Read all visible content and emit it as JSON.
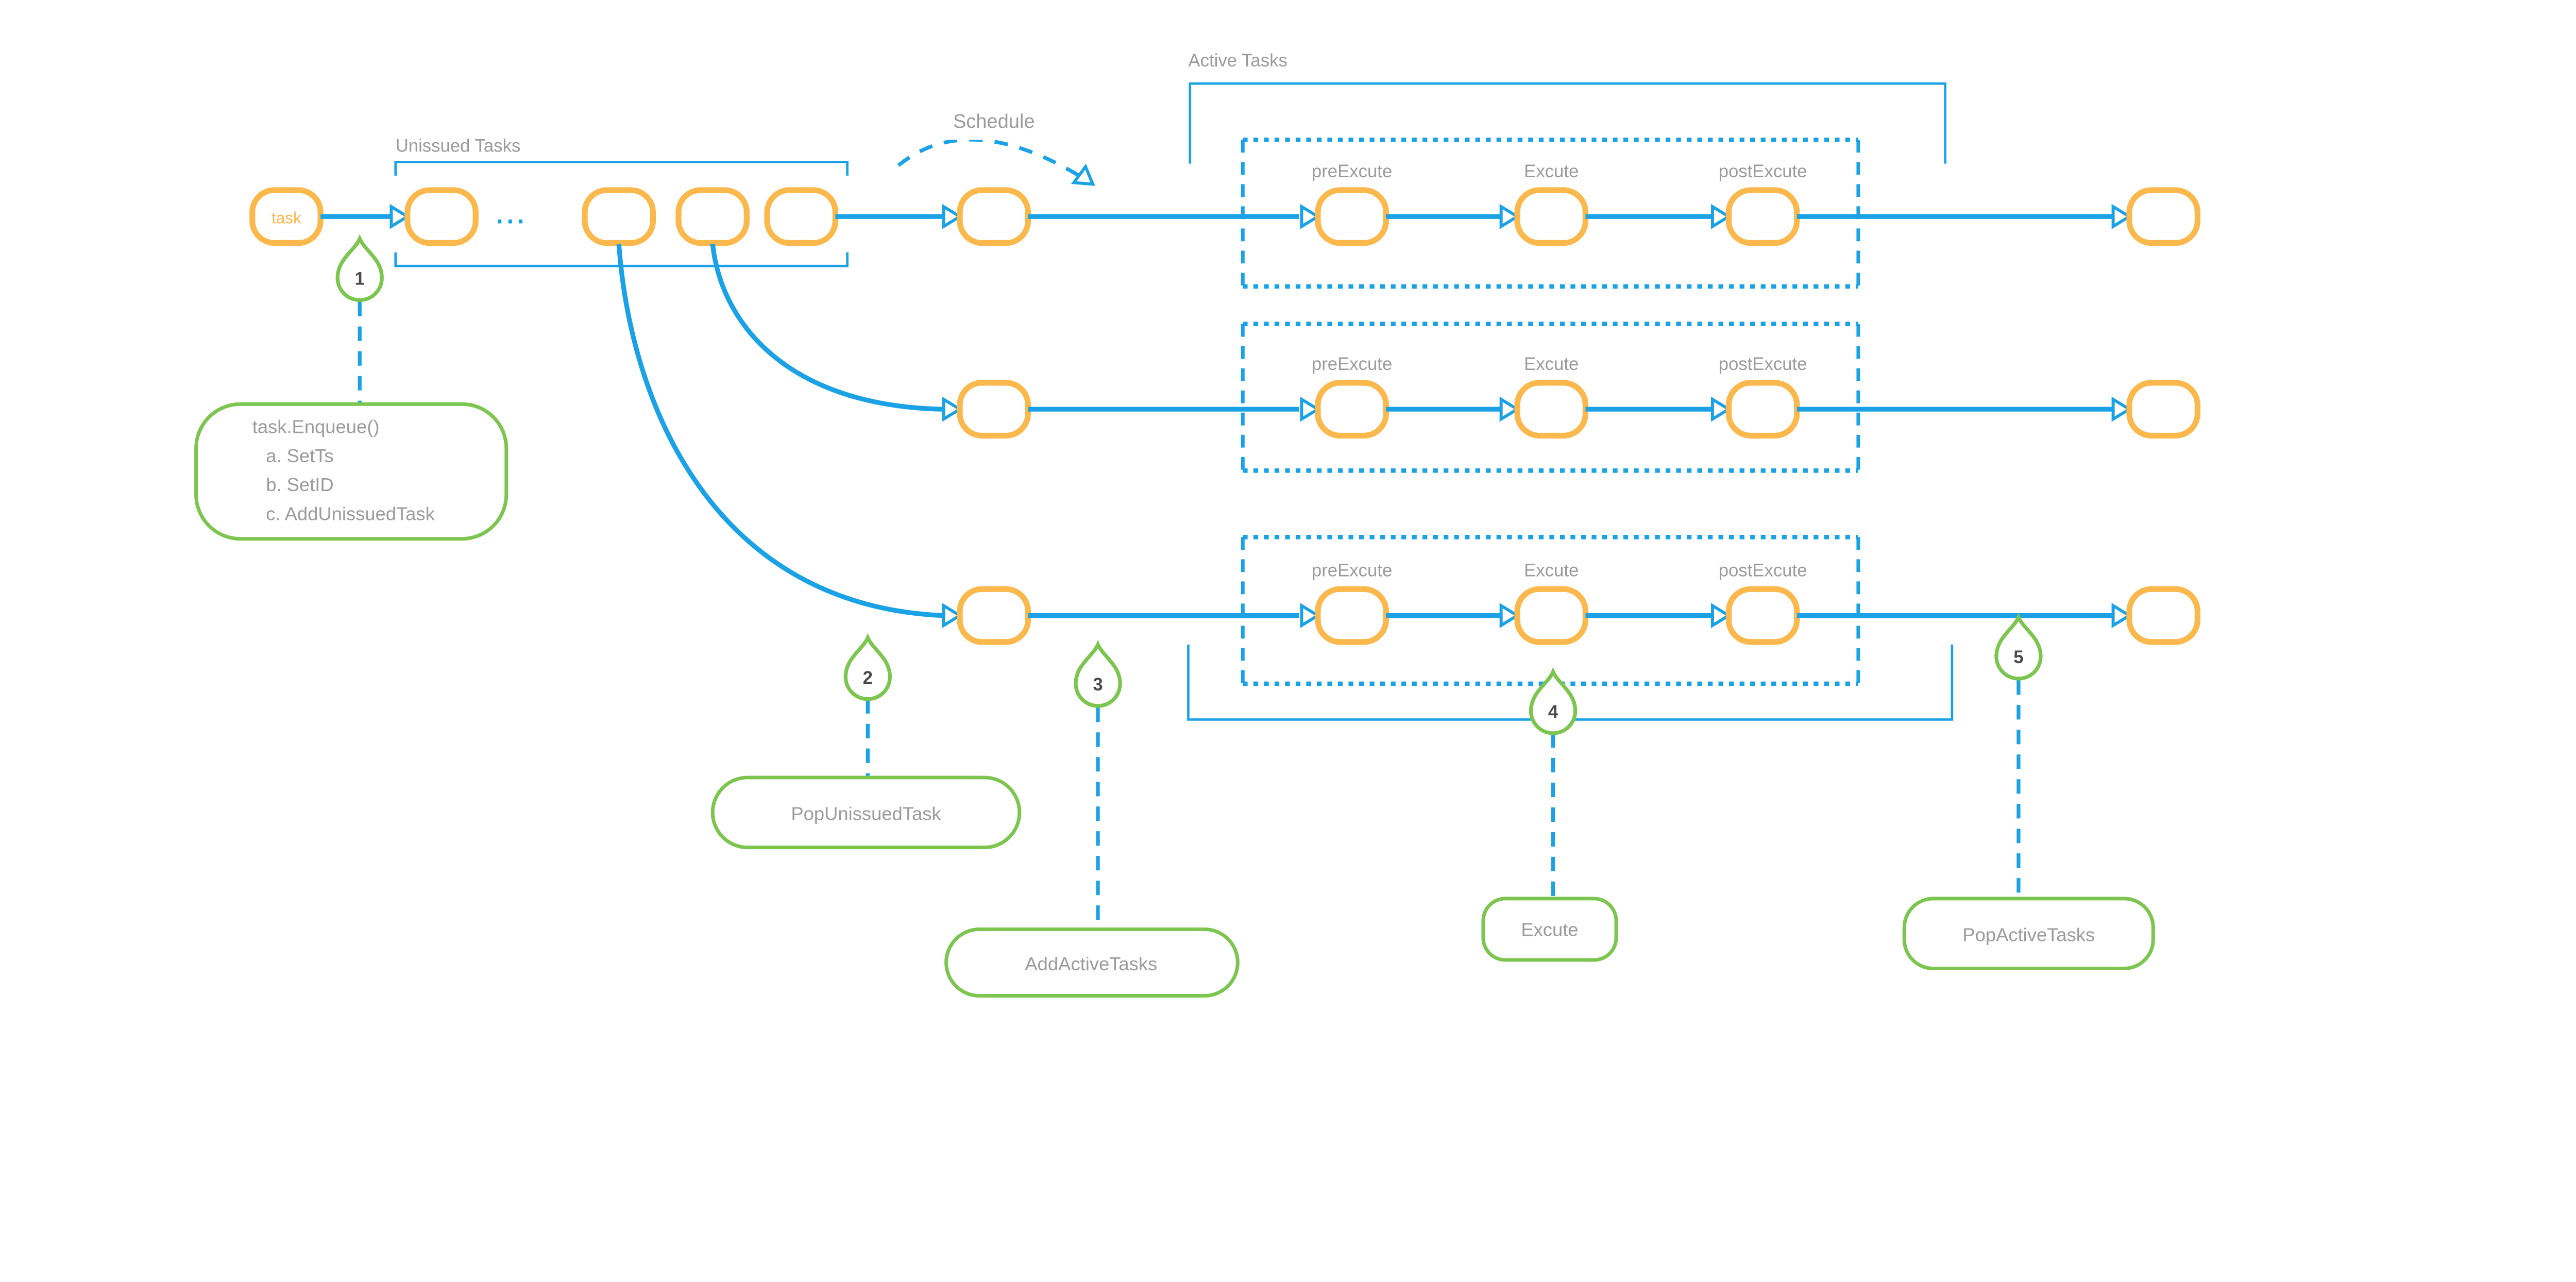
{
  "diagram": {
    "colors": {
      "blue": "#1BA2E6",
      "orange": "#FBB84C",
      "green": "#7CC54F",
      "gray_text": "#9B9B9B",
      "dark_text": "#4A4A4A",
      "background": "#FFFFFF"
    },
    "labels": {
      "task": "task",
      "unissued_tasks": "Unissued Tasks",
      "schedule": "Schedule",
      "active_tasks": "Active Tasks",
      "ellipsis": "..."
    },
    "rows": [
      {
        "labels": {
          "pre": "preExcute",
          "exec": "Excute",
          "post": "postExcute"
        }
      },
      {
        "labels": {
          "pre": "preExcute",
          "exec": "Excute",
          "post": "postExcute"
        }
      },
      {
        "labels": {
          "pre": "preExcute",
          "exec": "Excute",
          "post": "postExcute"
        }
      }
    ],
    "markers": [
      {
        "number": "1",
        "label_lines": [
          "task.Enqueue()",
          "a. SetTs",
          "b. SetID",
          "c. AddUnissuedTask"
        ]
      },
      {
        "number": "2",
        "label": "PopUnissuedTask"
      },
      {
        "number": "3",
        "label": "AddActiveTasks"
      },
      {
        "number": "4",
        "label": "Excute"
      },
      {
        "number": "5",
        "label": "PopActiveTasks"
      }
    ]
  }
}
